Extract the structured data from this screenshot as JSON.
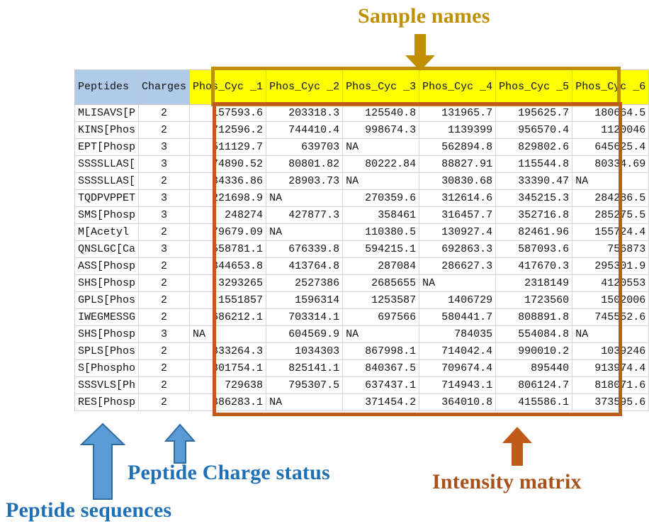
{
  "annotations": {
    "sample_names": "Sample names",
    "intensity_matrix": "Intensity matrix",
    "peptide_charge": "Peptide Charge status",
    "peptide_sequences": "Peptide sequences"
  },
  "colors": {
    "sample_names_accent": "#BF8F00",
    "intensity_accent": "#C05A1A",
    "charge_accent": "#1F6FB5",
    "sequences_accent": "#1F6FB5",
    "header_blue": "#AFCBE9",
    "header_yellow": "#FFFF00"
  },
  "table": {
    "headers": {
      "peptides": "Peptides",
      "charges": "Charges",
      "samples": [
        "Phos_Cyc_1",
        "Phos_Cyc_2",
        "Phos_Cyc_3",
        "Phos_Cyc_4",
        "Phos_Cyc_5",
        "Phos_Cyc_6"
      ]
    },
    "rows": [
      {
        "peptide": "MLISAVS[P",
        "charge": "2",
        "values": [
          "157593.6",
          "203318.3",
          "125540.8",
          "131965.7",
          "195625.7",
          "180664.5"
        ]
      },
      {
        "peptide": "KINS[Phos",
        "charge": "2",
        "values": [
          "712596.2",
          "744410.4",
          "998674.3",
          "1139399",
          "956570.4",
          "1120046"
        ]
      },
      {
        "peptide": "EPT[Phosp",
        "charge": "3",
        "values": [
          "511129.7",
          "639703",
          "NA",
          "562894.8",
          "829802.6",
          "645625.4"
        ]
      },
      {
        "peptide": "SSSSLLAS[",
        "charge": "3",
        "values": [
          "74890.52",
          "80801.82",
          "80222.84",
          "88827.91",
          "115544.8",
          "80334.69"
        ]
      },
      {
        "peptide": "SSSSLLAS[",
        "charge": "2",
        "values": [
          "34336.86",
          "28903.73",
          "NA",
          "30830.68",
          "33390.47",
          "NA"
        ]
      },
      {
        "peptide": "TQDPVPPET",
        "charge": "3",
        "values": [
          "221698.9",
          "NA",
          "270359.6",
          "312614.6",
          "345215.3",
          "284286.5"
        ]
      },
      {
        "peptide": "SMS[Phosp",
        "charge": "3",
        "values": [
          "248274",
          "427877.3",
          "358461",
          "316457.7",
          "352716.8",
          "285275.5"
        ]
      },
      {
        "peptide": "M[Acetyl",
        "charge": "2",
        "values": [
          "79679.09",
          "NA",
          "110380.5",
          "130927.4",
          "82461.96",
          "155724.4"
        ]
      },
      {
        "peptide": "QNSLGC[Ca",
        "charge": "3",
        "values": [
          "558781.1",
          "676339.8",
          "594215.1",
          "692863.3",
          "587093.6",
          "756873"
        ]
      },
      {
        "peptide": "ASS[Phosp",
        "charge": "2",
        "values": [
          "344653.8",
          "413764.8",
          "287084",
          "286627.3",
          "417670.3",
          "295301.9"
        ]
      },
      {
        "peptide": "SHS[Phosp",
        "charge": "2",
        "values": [
          "3293265",
          "2527386",
          "2685655",
          "NA",
          "2318149",
          "4120553"
        ]
      },
      {
        "peptide": "GPLS[Phos",
        "charge": "2",
        "values": [
          "1551857",
          "1596314",
          "1253587",
          "1406729",
          "1723560",
          "1502006"
        ]
      },
      {
        "peptide": "IWEGMESSG",
        "charge": "2",
        "values": [
          "686212.1",
          "703314.1",
          "697566",
          "580441.7",
          "808891.8",
          "745552.6"
        ]
      },
      {
        "peptide": "SHS[Phosp",
        "charge": "3",
        "values": [
          "NA",
          "604569.9",
          "NA",
          "784035",
          "554084.8",
          "NA"
        ]
      },
      {
        "peptide": "SPLS[Phos",
        "charge": "2",
        "values": [
          "833264.3",
          "1034303",
          "867998.1",
          "714042.4",
          "990010.2",
          "1039246"
        ]
      },
      {
        "peptide": "S[Phospho",
        "charge": "2",
        "values": [
          "801754.1",
          "825141.1",
          "840367.5",
          "709674.4",
          "895440",
          "913974.4"
        ]
      },
      {
        "peptide": "SSSVLS[Ph",
        "charge": "2",
        "values": [
          "729638",
          "795307.5",
          "637437.1",
          "714943.1",
          "806124.7",
          "818071.6"
        ]
      },
      {
        "peptide": "RES[Phosp",
        "charge": "2",
        "values": [
          "386283.1",
          "NA",
          "371454.2",
          "364010.8",
          "415586.1",
          "373595.6"
        ]
      }
    ]
  }
}
